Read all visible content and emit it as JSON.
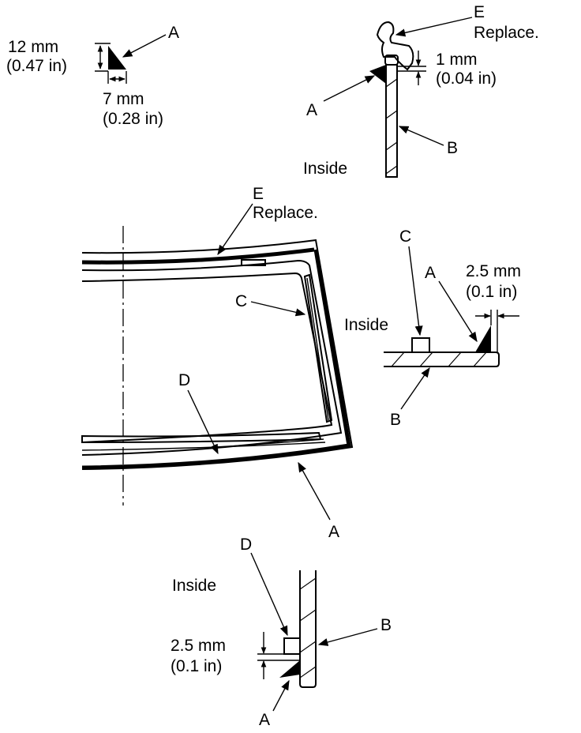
{
  "detail_bead": {
    "height_mm": "12 mm",
    "height_in": "(0.47 in)",
    "width_mm": "7 mm",
    "width_in": "(0.28 in)",
    "label_a": "A"
  },
  "detail_top": {
    "label_e": "E",
    "replace": "Replace.",
    "gap_mm": "1 mm",
    "gap_in": "(0.04 in)",
    "label_a": "A",
    "label_b": "B",
    "inside": "Inside"
  },
  "main_view": {
    "label_e": "E",
    "replace": "Replace.",
    "label_c": "C",
    "label_d": "D",
    "label_a": "A"
  },
  "detail_side": {
    "label_c": "C",
    "label_a": "A",
    "offset_mm": "2.5 mm",
    "offset_in": "(0.1 in)",
    "inside": "Inside",
    "label_b": "B"
  },
  "detail_bottom": {
    "label_d": "D",
    "inside": "Inside",
    "label_b": "B",
    "offset_mm": "2.5 mm",
    "offset_in": "(0.1 in)",
    "label_a": "A"
  }
}
